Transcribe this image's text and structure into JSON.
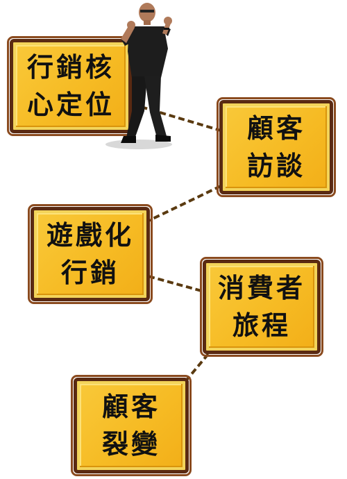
{
  "nodes": [
    {
      "id": "n1",
      "label": "行銷核\n心定位"
    },
    {
      "id": "n2",
      "label": "顧客\n訪談"
    },
    {
      "id": "n3",
      "label": "遊戲化\n行銷"
    },
    {
      "id": "n4",
      "label": "消費者\n旅程"
    },
    {
      "id": "n5",
      "label": "顧客\n裂變"
    }
  ],
  "edges": [
    {
      "from": "n1",
      "to": "n2"
    },
    {
      "from": "n2",
      "to": "n3"
    },
    {
      "from": "n3",
      "to": "n4"
    },
    {
      "from": "n4",
      "to": "n5"
    }
  ],
  "colors": {
    "node_fill": "#f6bb24",
    "node_border": "#5a2a12",
    "connector": "#5a3a10",
    "text": "#111111"
  },
  "icons": {
    "figure": "presenter-person-icon"
  }
}
